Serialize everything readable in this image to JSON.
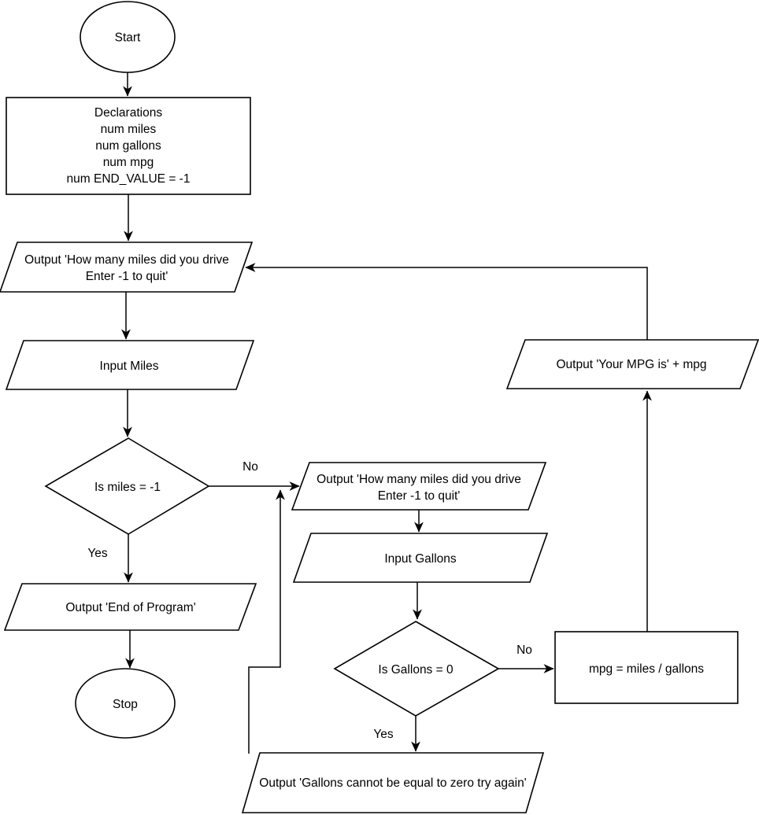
{
  "diagram": {
    "type": "flowchart",
    "topic": "miles-per-gallon-program",
    "colors": {
      "background": "#ffffff",
      "stroke": "#000000",
      "text": "#000000",
      "shape_fill": "#ffffff"
    },
    "nodes": {
      "start": {
        "shape": "terminator",
        "label": "Start"
      },
      "declarations": {
        "shape": "process",
        "line1": "Declarations",
        "line2": "num miles",
        "line3": "num gallons",
        "line4": "num mpg",
        "line5": "num END_VALUE = -1"
      },
      "prompt_miles": {
        "shape": "input-output",
        "line1": "Output 'How many miles did you drive",
        "line2": "Enter -1 to quit'"
      },
      "input_miles": {
        "shape": "input-output",
        "label": "Input Miles"
      },
      "decision_miles": {
        "shape": "decision",
        "label": "Is miles = -1"
      },
      "output_end_of_program": {
        "shape": "input-output",
        "label": "Output 'End of Program'"
      },
      "stop": {
        "shape": "terminator",
        "label": "Stop"
      },
      "prompt_gallons": {
        "shape": "input-output",
        "line1": "Output 'How many miles did you drive",
        "line2": "Enter -1 to quit'"
      },
      "input_gallons": {
        "shape": "input-output",
        "label": "Input Gallons"
      },
      "decision_gallons": {
        "shape": "decision",
        "label": "Is Gallons = 0"
      },
      "mpg_assignment": {
        "shape": "process",
        "label": "mpg = miles / gallons"
      },
      "output_mpg": {
        "shape": "input-output",
        "label": "Output 'Your MPG is' + mpg"
      },
      "output_gallons_error": {
        "shape": "input-output",
        "label": "Output 'Gallons cannot be equal to zero try again'"
      }
    },
    "edge_labels": {
      "decision_miles_no": "No",
      "decision_miles_yes": "Yes",
      "decision_gallons_no": "No",
      "decision_gallons_yes": "Yes"
    }
  }
}
